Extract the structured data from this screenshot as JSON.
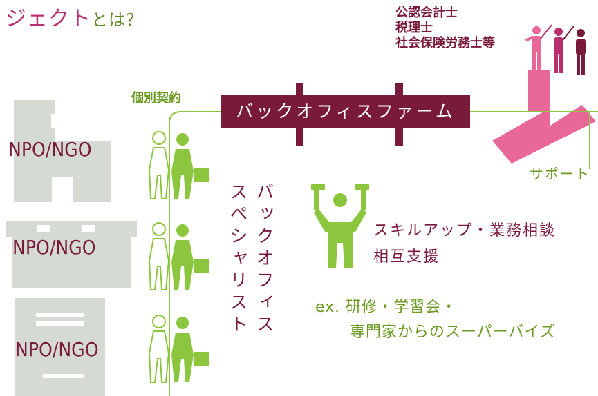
{
  "title": {
    "main": "ジェクト",
    "suffix": "とは？"
  },
  "experts": [
    "公認会計士",
    "税理士",
    "社会保険労務士等"
  ],
  "contract_label": "個別契約",
  "firm_banner": "バックオフィスファーム",
  "support_label": "サポート",
  "organizations": [
    "NPO/NGO",
    "NPO/NGO",
    "NPO/NGO"
  ],
  "specialist_label": {
    "col1": "バックオフィス",
    "col2": "スペシャリスト"
  },
  "activities": {
    "line1": "スキルアップ・業務相談",
    "line2": "相互支援"
  },
  "examples": {
    "line1": "ex. 研修・学習会・",
    "line2": "専門家からのスーパーバイズ"
  },
  "colors": {
    "maroon": "#7a1a3a",
    "green": "#8cc63f",
    "dark_green": "#6a9a22",
    "pink": "#e8689a",
    "gray": "#d5dad3"
  },
  "icons": [
    "building-icon",
    "specialist-pair-icon",
    "dumbbell-person-icon",
    "expert-people-icon",
    "arrow-icon"
  ]
}
